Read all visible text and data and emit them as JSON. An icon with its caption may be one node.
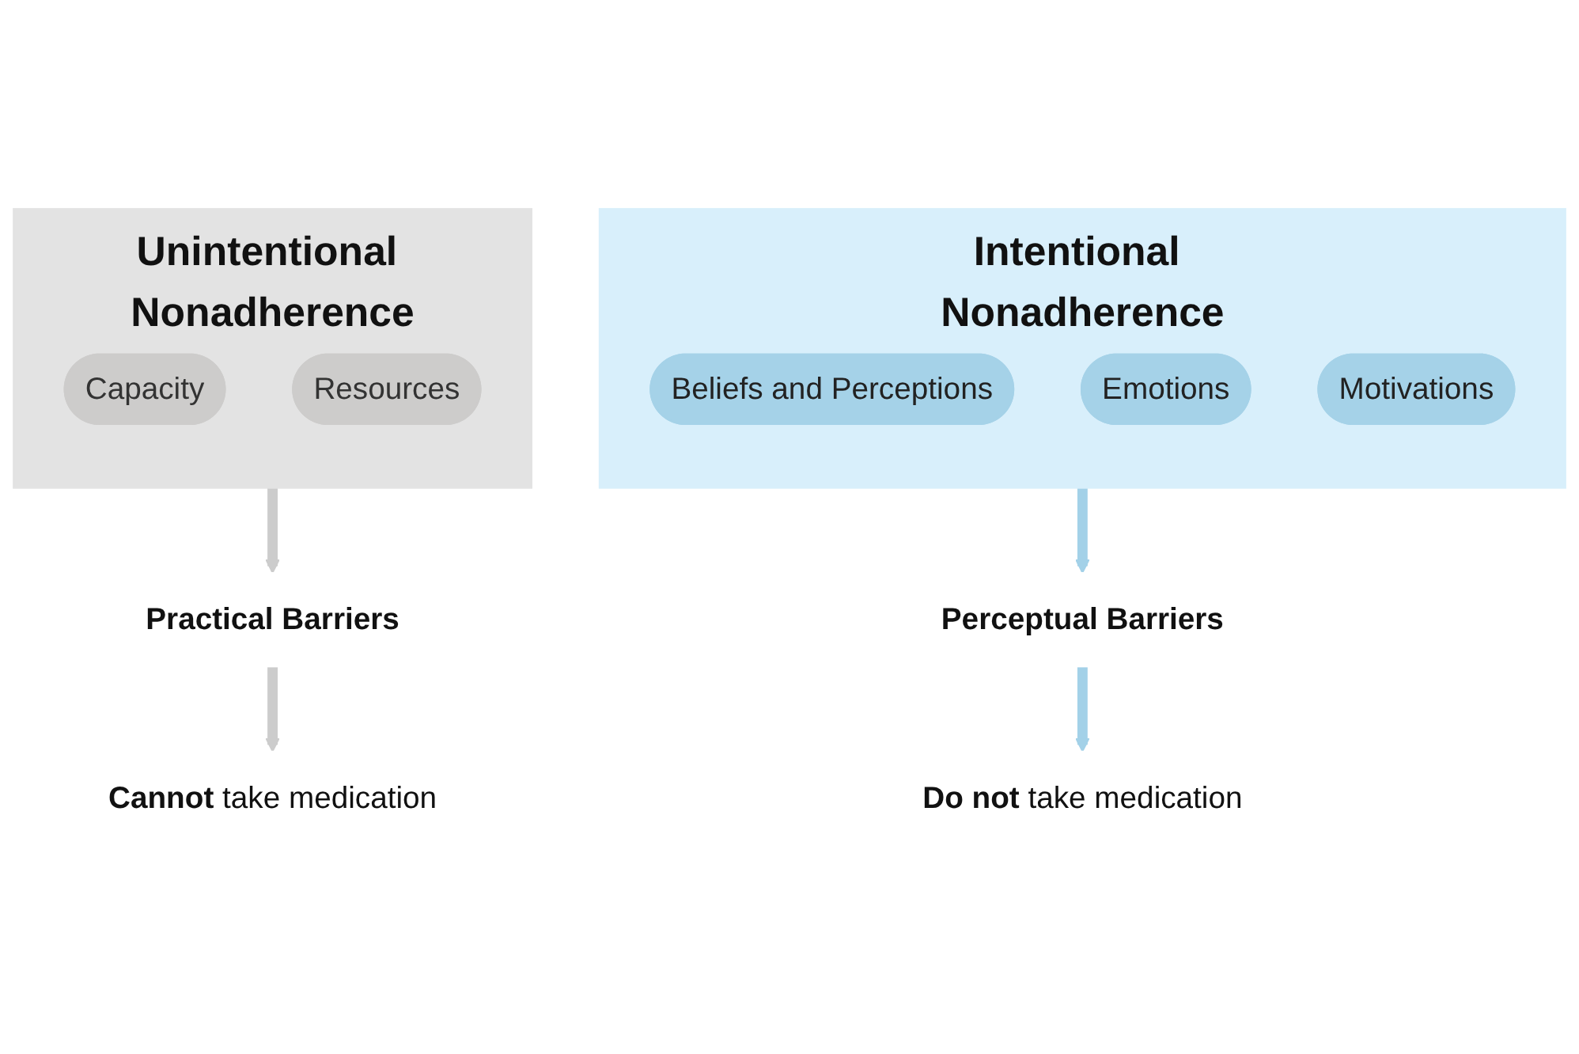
{
  "diagram": {
    "nodes": [
      {
        "text": [
          "Unintentional Nonadherence"
        ]
      },
      {
        "text": [
          "Capacity"
        ],
        "in": 0
      },
      {
        "text": [
          "Resources"
        ],
        "in": 0
      },
      {
        "text": [
          "Intentional Nonadherence"
        ]
      },
      {
        "text": [
          "Beliefs and Perceptions"
        ],
        "in": 3
      },
      {
        "text": [
          "Emotions"
        ],
        "in": 3
      },
      {
        "text": [
          "Motivations"
        ],
        "in": 3
      },
      {
        "text": [
          "Practical Barriers"
        ]
      },
      {
        "text": [
          "**Cannot** take medication"
        ]
      },
      {
        "text": [
          "Perceptual Barriers"
        ]
      },
      {
        "text": [
          "**Do not** take medication"
        ]
      }
    ],
    "edges": [
      {
        "from": 0,
        "to": 7,
        "arrow": "to",
        "color": "#cccccc"
      },
      {
        "from": 7,
        "to": 8,
        "arrow": "to",
        "color": "#cccccc"
      },
      {
        "from": 3,
        "to": 9,
        "arrow": "to",
        "color": "#a3d1e8"
      },
      {
        "from": 9,
        "to": 10,
        "arrow": "to",
        "color": "#a3d1e8"
      }
    ]
  }
}
